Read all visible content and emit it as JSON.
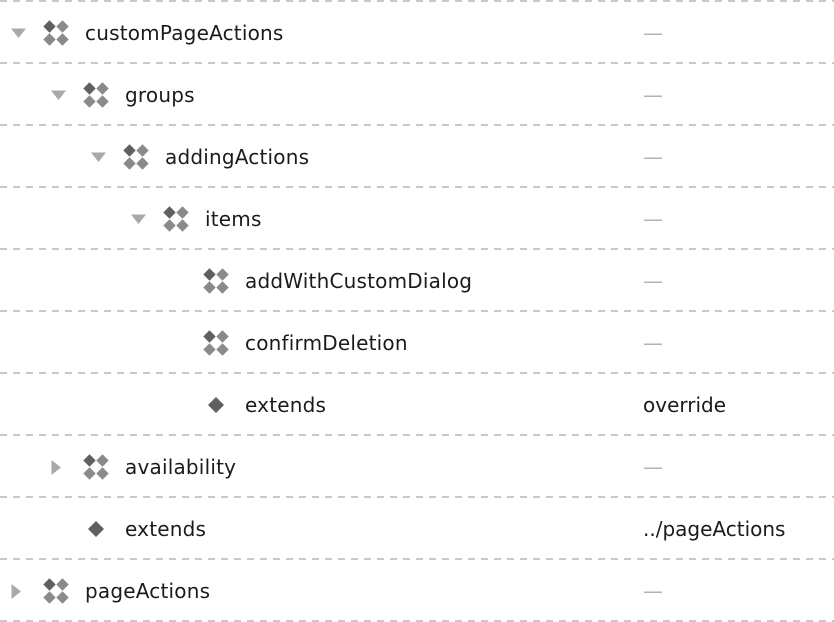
{
  "tree": {
    "rows": [
      {
        "label": "customPageActions",
        "value": "—",
        "value_kind": "placeholder",
        "level": 0,
        "expander": "expanded",
        "icon": "object"
      },
      {
        "label": "groups",
        "value": "—",
        "value_kind": "placeholder",
        "level": 1,
        "expander": "expanded",
        "icon": "object"
      },
      {
        "label": "addingActions",
        "value": "—",
        "value_kind": "placeholder",
        "level": 2,
        "expander": "expanded",
        "icon": "object"
      },
      {
        "label": "items",
        "value": "—",
        "value_kind": "placeholder",
        "level": 3,
        "expander": "expanded",
        "icon": "object"
      },
      {
        "label": "addWithCustomDialog",
        "value": "—",
        "value_kind": "placeholder",
        "level": 4,
        "expander": "none",
        "icon": "object"
      },
      {
        "label": "confirmDeletion",
        "value": "—",
        "value_kind": "placeholder",
        "level": 4,
        "expander": "none",
        "icon": "object"
      },
      {
        "label": "extends",
        "value": "override",
        "value_kind": "scalar",
        "level": 4,
        "expander": "none",
        "icon": "property"
      },
      {
        "label": "availability",
        "value": "—",
        "value_kind": "placeholder",
        "level": 1,
        "expander": "collapsed",
        "icon": "object"
      },
      {
        "label": "extends",
        "value": "../pageActions",
        "value_kind": "scalar",
        "level": 1,
        "expander": "none",
        "icon": "property"
      },
      {
        "label": "pageActions",
        "value": "—",
        "value_kind": "placeholder",
        "level": 0,
        "expander": "collapsed",
        "icon": "object"
      }
    ],
    "empty_value_char": "—",
    "icons": {
      "object": "four-diamonds-icon",
      "property": "diamond-icon",
      "expanded": "triangle-down-icon",
      "collapsed": "triangle-right-icon"
    },
    "colors": {
      "label_text": "#1b1b1b",
      "scalar_value_text": "#1b1b1b",
      "placeholder_value": "#b3b3b3",
      "expander_triangle": "#a9a9a9",
      "icon_diamond_dark": "#606060",
      "icon_diamond_medium": "#8a8a8a",
      "dashed_separator": "#c9c9c9",
      "background": "#ffffff"
    }
  }
}
